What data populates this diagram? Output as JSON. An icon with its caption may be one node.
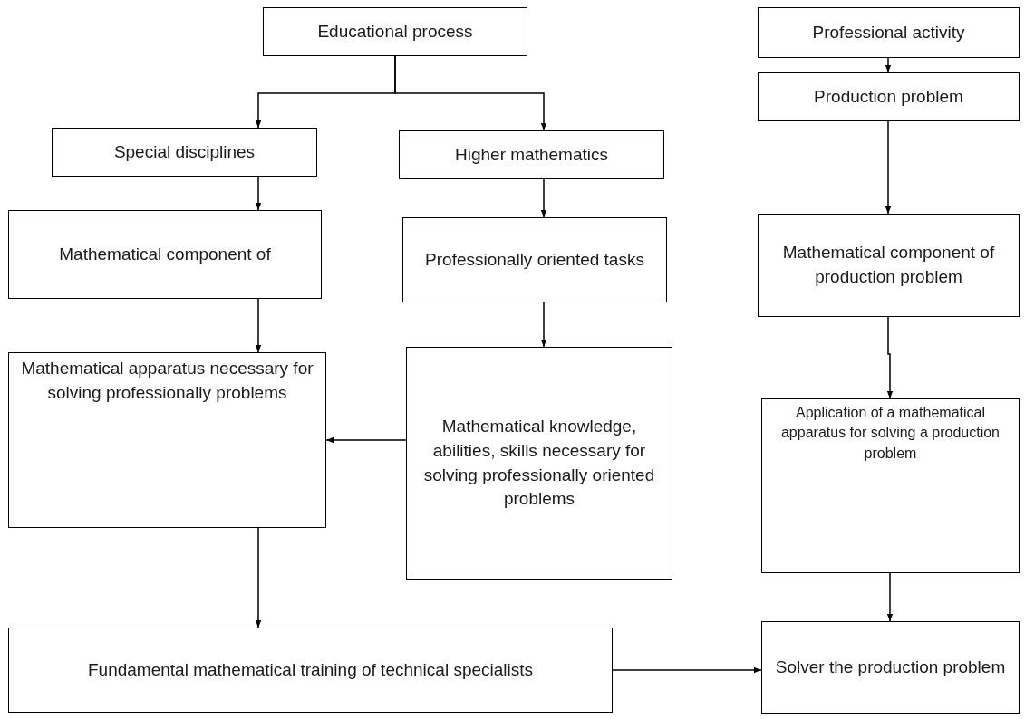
{
  "diagram": {
    "nodes": [
      {
        "text": [
          "Educational process"
        ]
      },
      {
        "text": [
          "Special disciplines"
        ]
      },
      {
        "text": [
          "Higher mathematics"
        ]
      },
      {
        "text": [
          "Mathematical component of"
        ]
      },
      {
        "text": [
          "Professionally oriented tasks"
        ]
      },
      {
        "text": [
          "Mathematical apparatus necessary for solving professionally problems"
        ]
      },
      {
        "text": [
          "Mathematical knowledge, abilities, skills necessary for solving professionally oriented problems"
        ]
      },
      {
        "text": [
          "Fundamental mathematical training of technical specialists"
        ]
      },
      {
        "text": [
          "Professional activity"
        ]
      },
      {
        "text": [
          "Production problem"
        ]
      },
      {
        "text": [
          "Mathematical component of production problem"
        ]
      },
      {
        "text": [
          "Application of a mathematical apparatus for solving a production problem"
        ]
      },
      {
        "text": [
          "Solver the production problem"
        ]
      }
    ],
    "edges": [
      {
        "from": 0,
        "to": 1,
        "arrow": "to"
      },
      {
        "from": 0,
        "to": 2,
        "arrow": "to"
      },
      {
        "from": 1,
        "to": 3,
        "arrow": "to"
      },
      {
        "from": 2,
        "to": 4,
        "arrow": "to"
      },
      {
        "from": 3,
        "to": 5,
        "arrow": "to"
      },
      {
        "from": 4,
        "to": 6,
        "arrow": "to"
      },
      {
        "from": 6,
        "to": 5,
        "arrow": "to"
      },
      {
        "from": 5,
        "to": 7,
        "arrow": "to"
      },
      {
        "from": 7,
        "to": 12,
        "arrow": "to"
      },
      {
        "from": 8,
        "to": 9,
        "arrow": "to"
      },
      {
        "from": 9,
        "to": 10,
        "arrow": "to"
      },
      {
        "from": 10,
        "to": 11,
        "arrow": "to"
      },
      {
        "from": 11,
        "to": 12,
        "arrow": "to"
      }
    ]
  }
}
